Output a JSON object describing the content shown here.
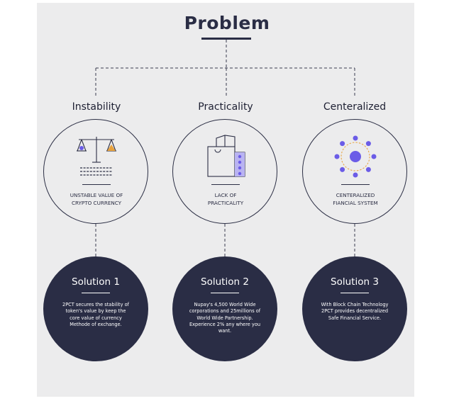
{
  "title": "Problem",
  "problems": [
    {
      "heading": "Instability",
      "caption": "UNSTABLE VALUE OF\nCRYPTO CURRENCY",
      "icon": "balance-scale-icon"
    },
    {
      "heading": "Practicality",
      "caption": "LACK OF\nPRACTICALITY",
      "icon": "shopping-bag-icon"
    },
    {
      "heading": "Centeralized",
      "caption": "CENTERALIZED\nFIANCIAL SYSTEM",
      "icon": "centralized-network-icon"
    }
  ],
  "solutions": [
    {
      "title": "Solution 1",
      "text": "2PCT secures the stability of\ntoken's value by keep the\ncore value of currency\nMethode of exchange."
    },
    {
      "title": "Solution 2",
      "text": "Nupay's 4,500 World Wide\ncorporations and 25millions of\nWorld Wide Partnership.\nExperience 2% any where you want."
    },
    {
      "title": "Solution 3",
      "text": "With Block Chain Technology\n2PCT provides decentralized\nSafe Financial Service."
    }
  ],
  "colors": {
    "navy": "#2a2d45",
    "accent_purple": "#6b5ce7",
    "accent_orange": "#e8a23d",
    "panel": "#ececed"
  }
}
